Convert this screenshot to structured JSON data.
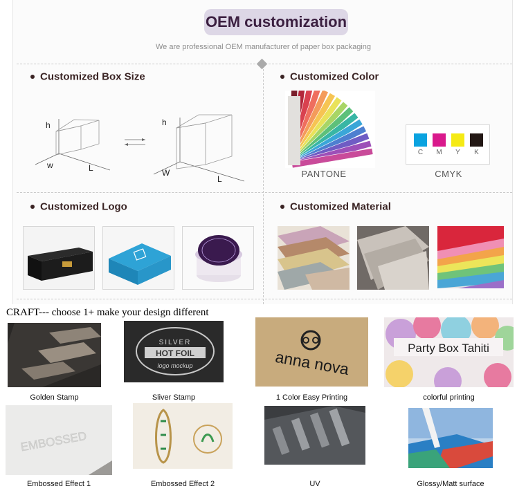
{
  "header": {
    "title": "OEM customization",
    "subtitle": "We are professional OEM manufacturer of paper box packaging"
  },
  "sections": {
    "box_size": {
      "title": "Customized Box Size",
      "small_labels": {
        "h": "h",
        "w": "w",
        "l": "L"
      },
      "large_labels": {
        "h": "h",
        "w": "W",
        "l": "L"
      }
    },
    "color": {
      "title": "Customized Color",
      "pantone_label": "PANTONE",
      "cmyk_label": "CMYK",
      "cmyk": [
        {
          "letter": "C",
          "color": "#0aa3e0"
        },
        {
          "letter": "M",
          "color": "#d9198c"
        },
        {
          "letter": "Y",
          "color": "#f5ea14"
        },
        {
          "letter": "K",
          "color": "#231815"
        }
      ]
    },
    "logo": {
      "title": "Customized Logo",
      "images": [
        "black-wine-box-image",
        "blue-printed-box-image",
        "round-purple-tube-box-image"
      ]
    },
    "material": {
      "title": "Customized Material",
      "images": [
        "colored-paper-rolls-image",
        "textured-paper-image",
        "glitter-paper-fan-image"
      ]
    }
  },
  "craft": {
    "heading": "CRAFT--- choose 1+ make your design different",
    "items": [
      {
        "label": "Golden Stamp"
      },
      {
        "label": "Sliver Stamp",
        "art": [
          "SILVER",
          "HOT FOIL",
          "logo mockup"
        ]
      },
      {
        "label": "1 Color Easy Printing",
        "art": [
          "anna nova"
        ]
      },
      {
        "label": "colorful printing",
        "art": [
          "Party Box Tahiti"
        ]
      },
      {
        "label": "Embossed Effect 1",
        "art": [
          "EMBOSSED"
        ]
      },
      {
        "label": "Embossed Effect 2"
      },
      {
        "label": "UV"
      },
      {
        "label": "Glossy/Matt surface"
      }
    ]
  }
}
